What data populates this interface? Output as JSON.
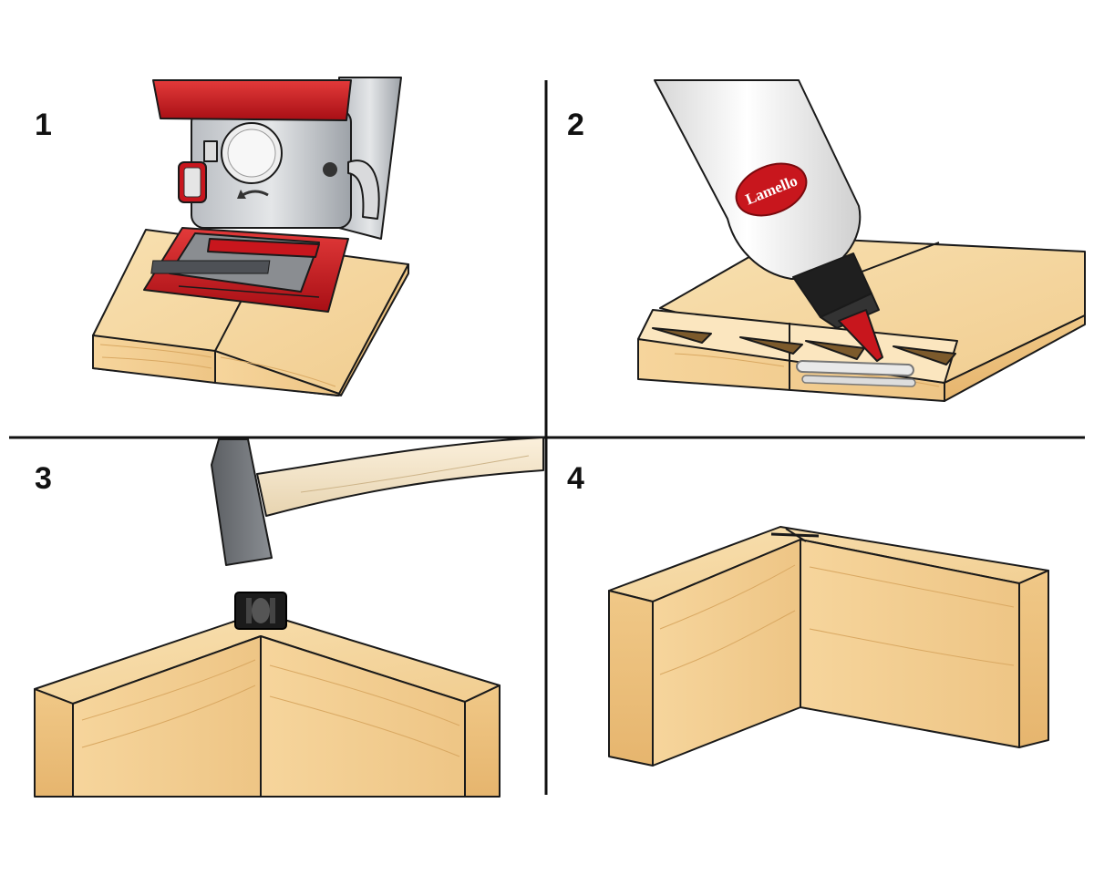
{
  "steps": [
    {
      "number": "1"
    },
    {
      "number": "2"
    },
    {
      "number": "3"
    },
    {
      "number": "4"
    }
  ],
  "glue_bottle": {
    "brand": "Lamello"
  },
  "colors": {
    "wood_top": "#f6d9a4",
    "wood_face": "#f3cf92",
    "wood_end": "#efc380",
    "wood_grain": "#d9a862",
    "tool_red": "#c8161d",
    "tool_grey": "#7b8087",
    "tool_light": "#c9ccd0",
    "bottle_white": "#f2f2f2",
    "fastener_black": "#1b1b1b",
    "divider": "#111111"
  }
}
